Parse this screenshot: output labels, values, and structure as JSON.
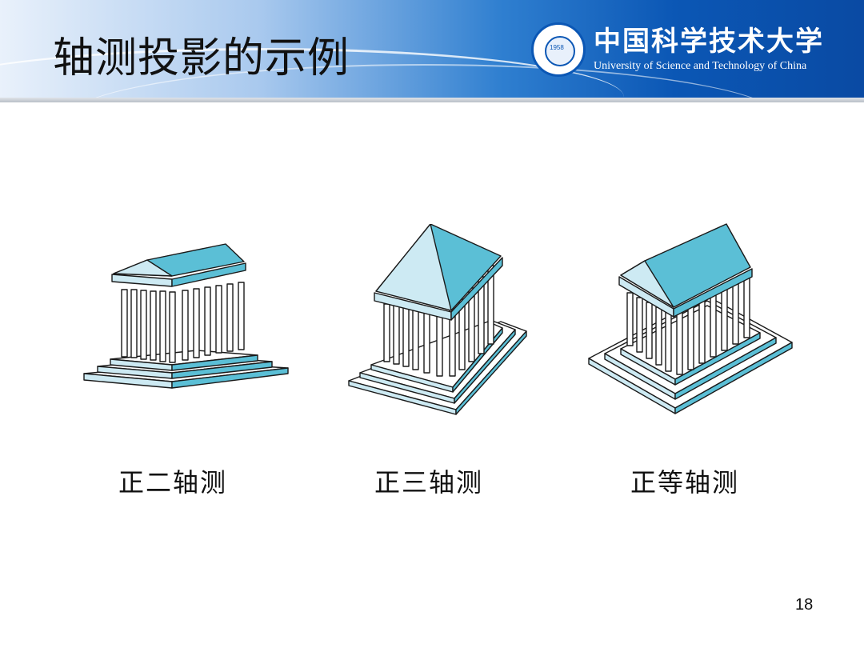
{
  "slide": {
    "title": "轴测投影的示例",
    "page_number": "18"
  },
  "logo": {
    "name_cn": "中国科学技术大学",
    "name_en": "University of Science and Technology of China",
    "seal_year": "1958"
  },
  "figures": [
    {
      "caption": "正二轴测",
      "icon": "temple-dimetric-icon"
    },
    {
      "caption": "正三轴测",
      "icon": "temple-trimetric-icon"
    },
    {
      "caption": "正等轴测",
      "icon": "temple-isometric-icon"
    }
  ],
  "colors": {
    "header_blue": "#0b57b5",
    "roof_light": "#cdeaf3",
    "roof_dark": "#5bbfd6",
    "outline": "#1a1a1a"
  }
}
